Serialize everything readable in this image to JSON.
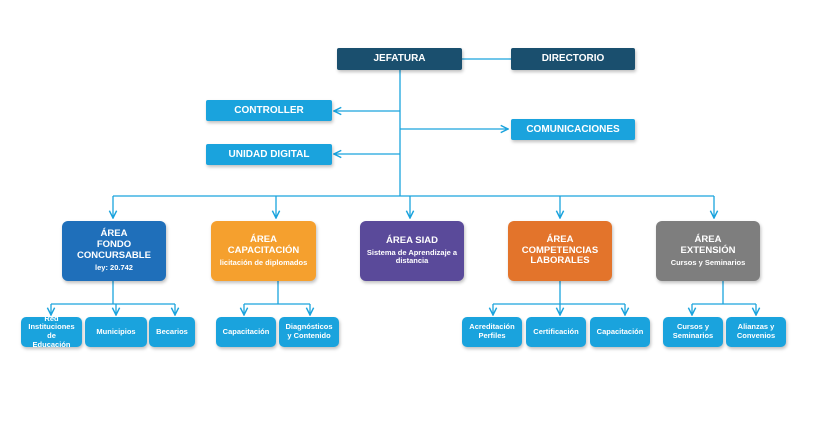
{
  "colors": {
    "dark": "#1a4f6e",
    "light": "#1aa3dd",
    "fondo": "#1f6fba",
    "capacitacion": "#f5a02e",
    "siad": "#5a4a9a",
    "competencias": "#e3742b",
    "extension": "#7e7e7e",
    "line": "#1aa3dd"
  },
  "top": {
    "jefatura": "JEFATURA",
    "directorio": "DIRECTORIO",
    "controller": "CONTROLLER",
    "comunicaciones": "COMUNICACIONES",
    "unidad_digital": "UNIDAD DIGITAL"
  },
  "areas": [
    {
      "title": "ÁREA\nFONDO CONCURSABLE",
      "sub": "ley: 20.742",
      "children": [
        "Red\nInstituciones de\nEducación",
        "Municipios",
        "Becarios"
      ]
    },
    {
      "title": "ÁREA\nCAPACITACIÓN",
      "sub": "licitación de diplomados",
      "children": [
        "Capacitación",
        "Diagnósticos\ny Contenido"
      ]
    },
    {
      "title": "ÁREA SIAD",
      "sub": "Sistema de Aprendizaje a\ndistancia",
      "children": []
    },
    {
      "title": "ÁREA\nCOMPETENCIAS\nLABORALES",
      "sub": "",
      "children": [
        "Acreditación\nPerfiles",
        "Certificación",
        "Capacitación"
      ]
    },
    {
      "title": "ÁREA\nEXTENSIÓN",
      "sub": "Cursos y Seminarios",
      "children": [
        "Cursos y\nSeminarios",
        "Alianzas y\nConvenios"
      ]
    }
  ]
}
